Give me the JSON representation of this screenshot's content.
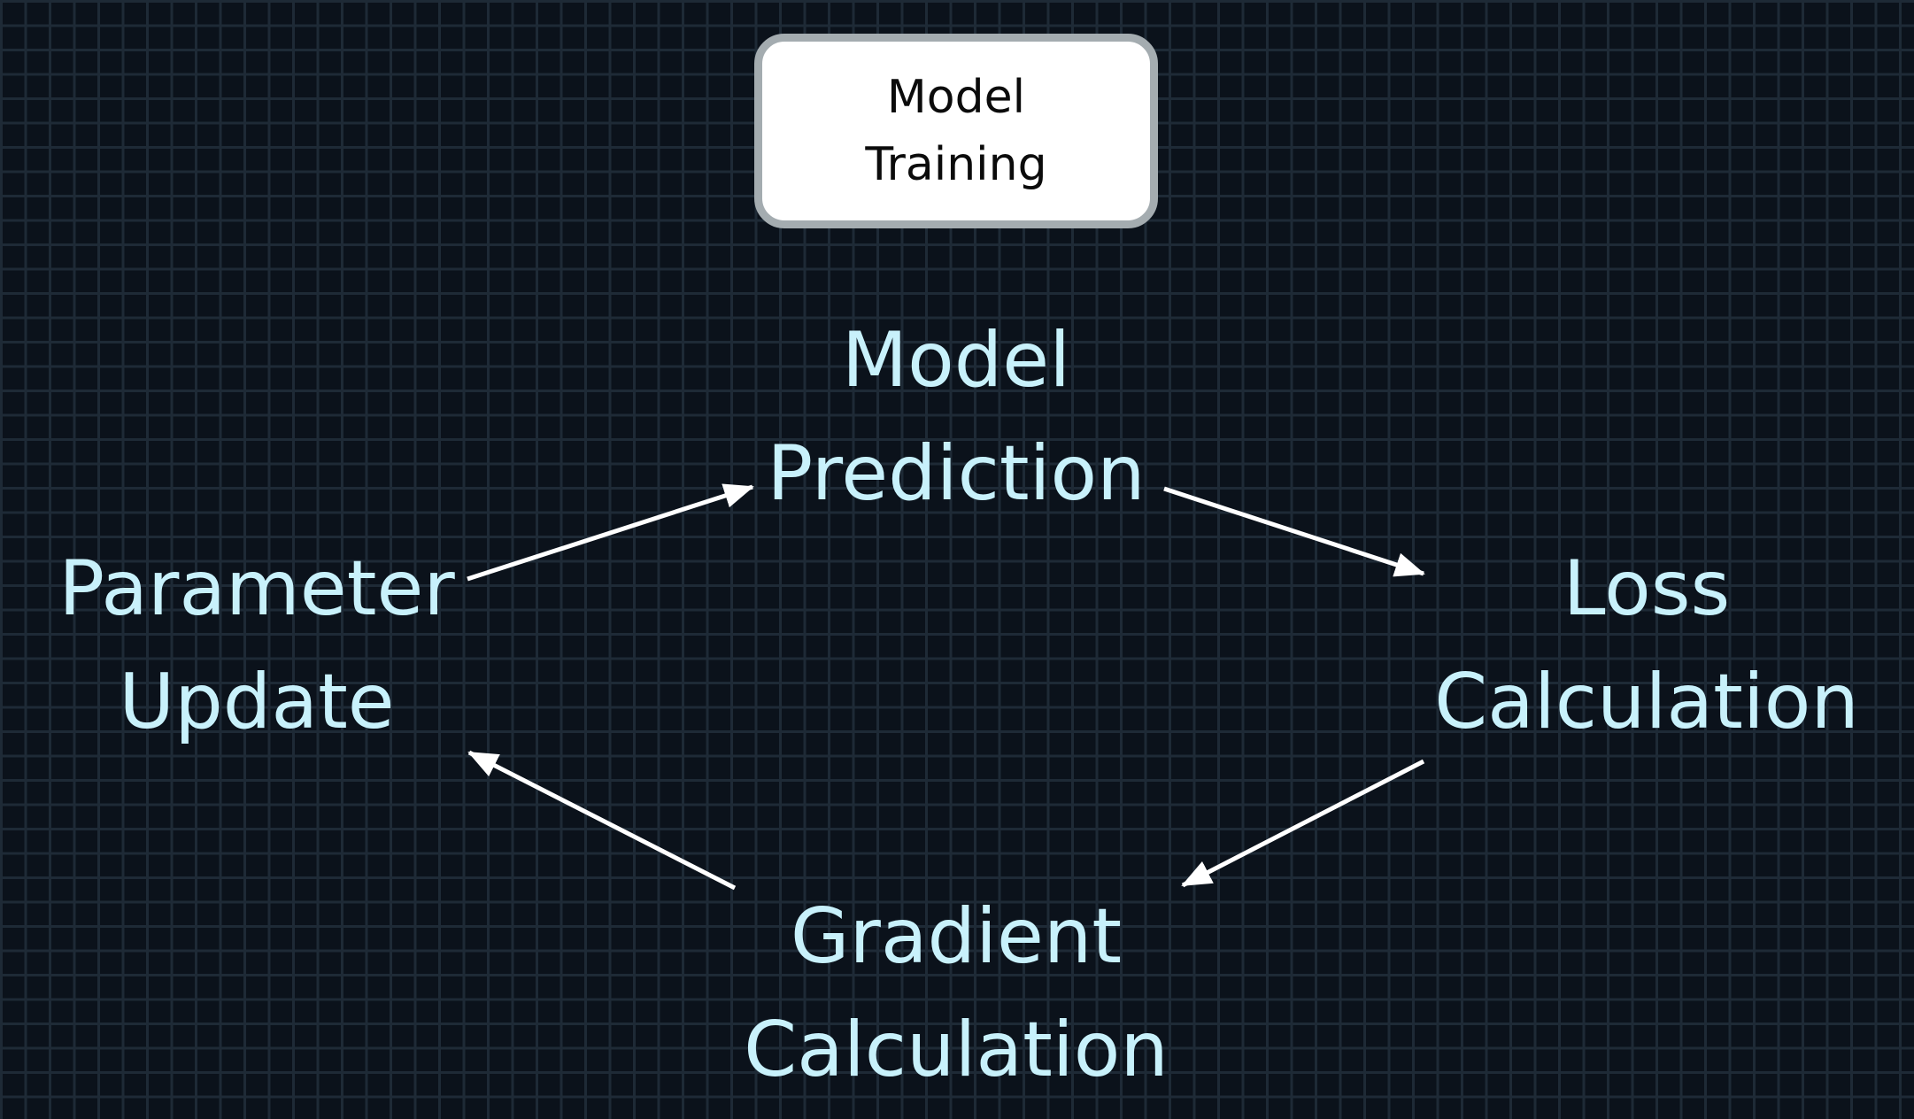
{
  "title_box": {
    "line1": "Model",
    "line2": "Training"
  },
  "nodes": {
    "prediction": {
      "line1": "Model",
      "line2": "Prediction"
    },
    "loss": {
      "line1": "Loss",
      "line2": "Calculation"
    },
    "gradient": {
      "line1": "Gradient",
      "line2": "Calculation"
    },
    "parameter": {
      "line1": "Parameter",
      "line2": "Update"
    }
  },
  "edges": [
    {
      "from": "Parameter Update",
      "to": "Model Prediction"
    },
    {
      "from": "Model Prediction",
      "to": "Loss Calculation"
    },
    {
      "from": "Loss Calculation",
      "to": "Gradient Calculation"
    },
    {
      "from": "Gradient Calculation",
      "to": "Parameter Update"
    }
  ],
  "colors": {
    "background": "#0b121b",
    "grid": "#1e2a36",
    "node_text": "#c8f1fb",
    "arrow": "#ffffff",
    "title_box_fill": "#ffffff",
    "title_box_border": "#a4acb0"
  }
}
